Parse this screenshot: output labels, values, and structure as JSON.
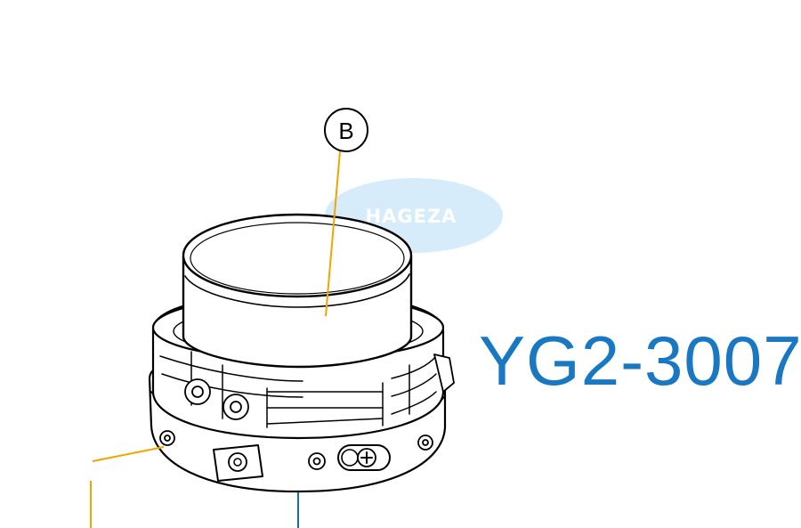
{
  "callout": {
    "label": "B"
  },
  "part_number": {
    "text": "YG2-3007"
  },
  "watermark": {
    "text": "HAGEZA"
  },
  "colors": {
    "line": "#000000",
    "leader_orange": "#f0a500",
    "leader_blue": "#1a6f9c",
    "part_number": "#1a78c2",
    "watermark_bg": "#d6ecfa",
    "watermark_text": "#ffffff"
  }
}
